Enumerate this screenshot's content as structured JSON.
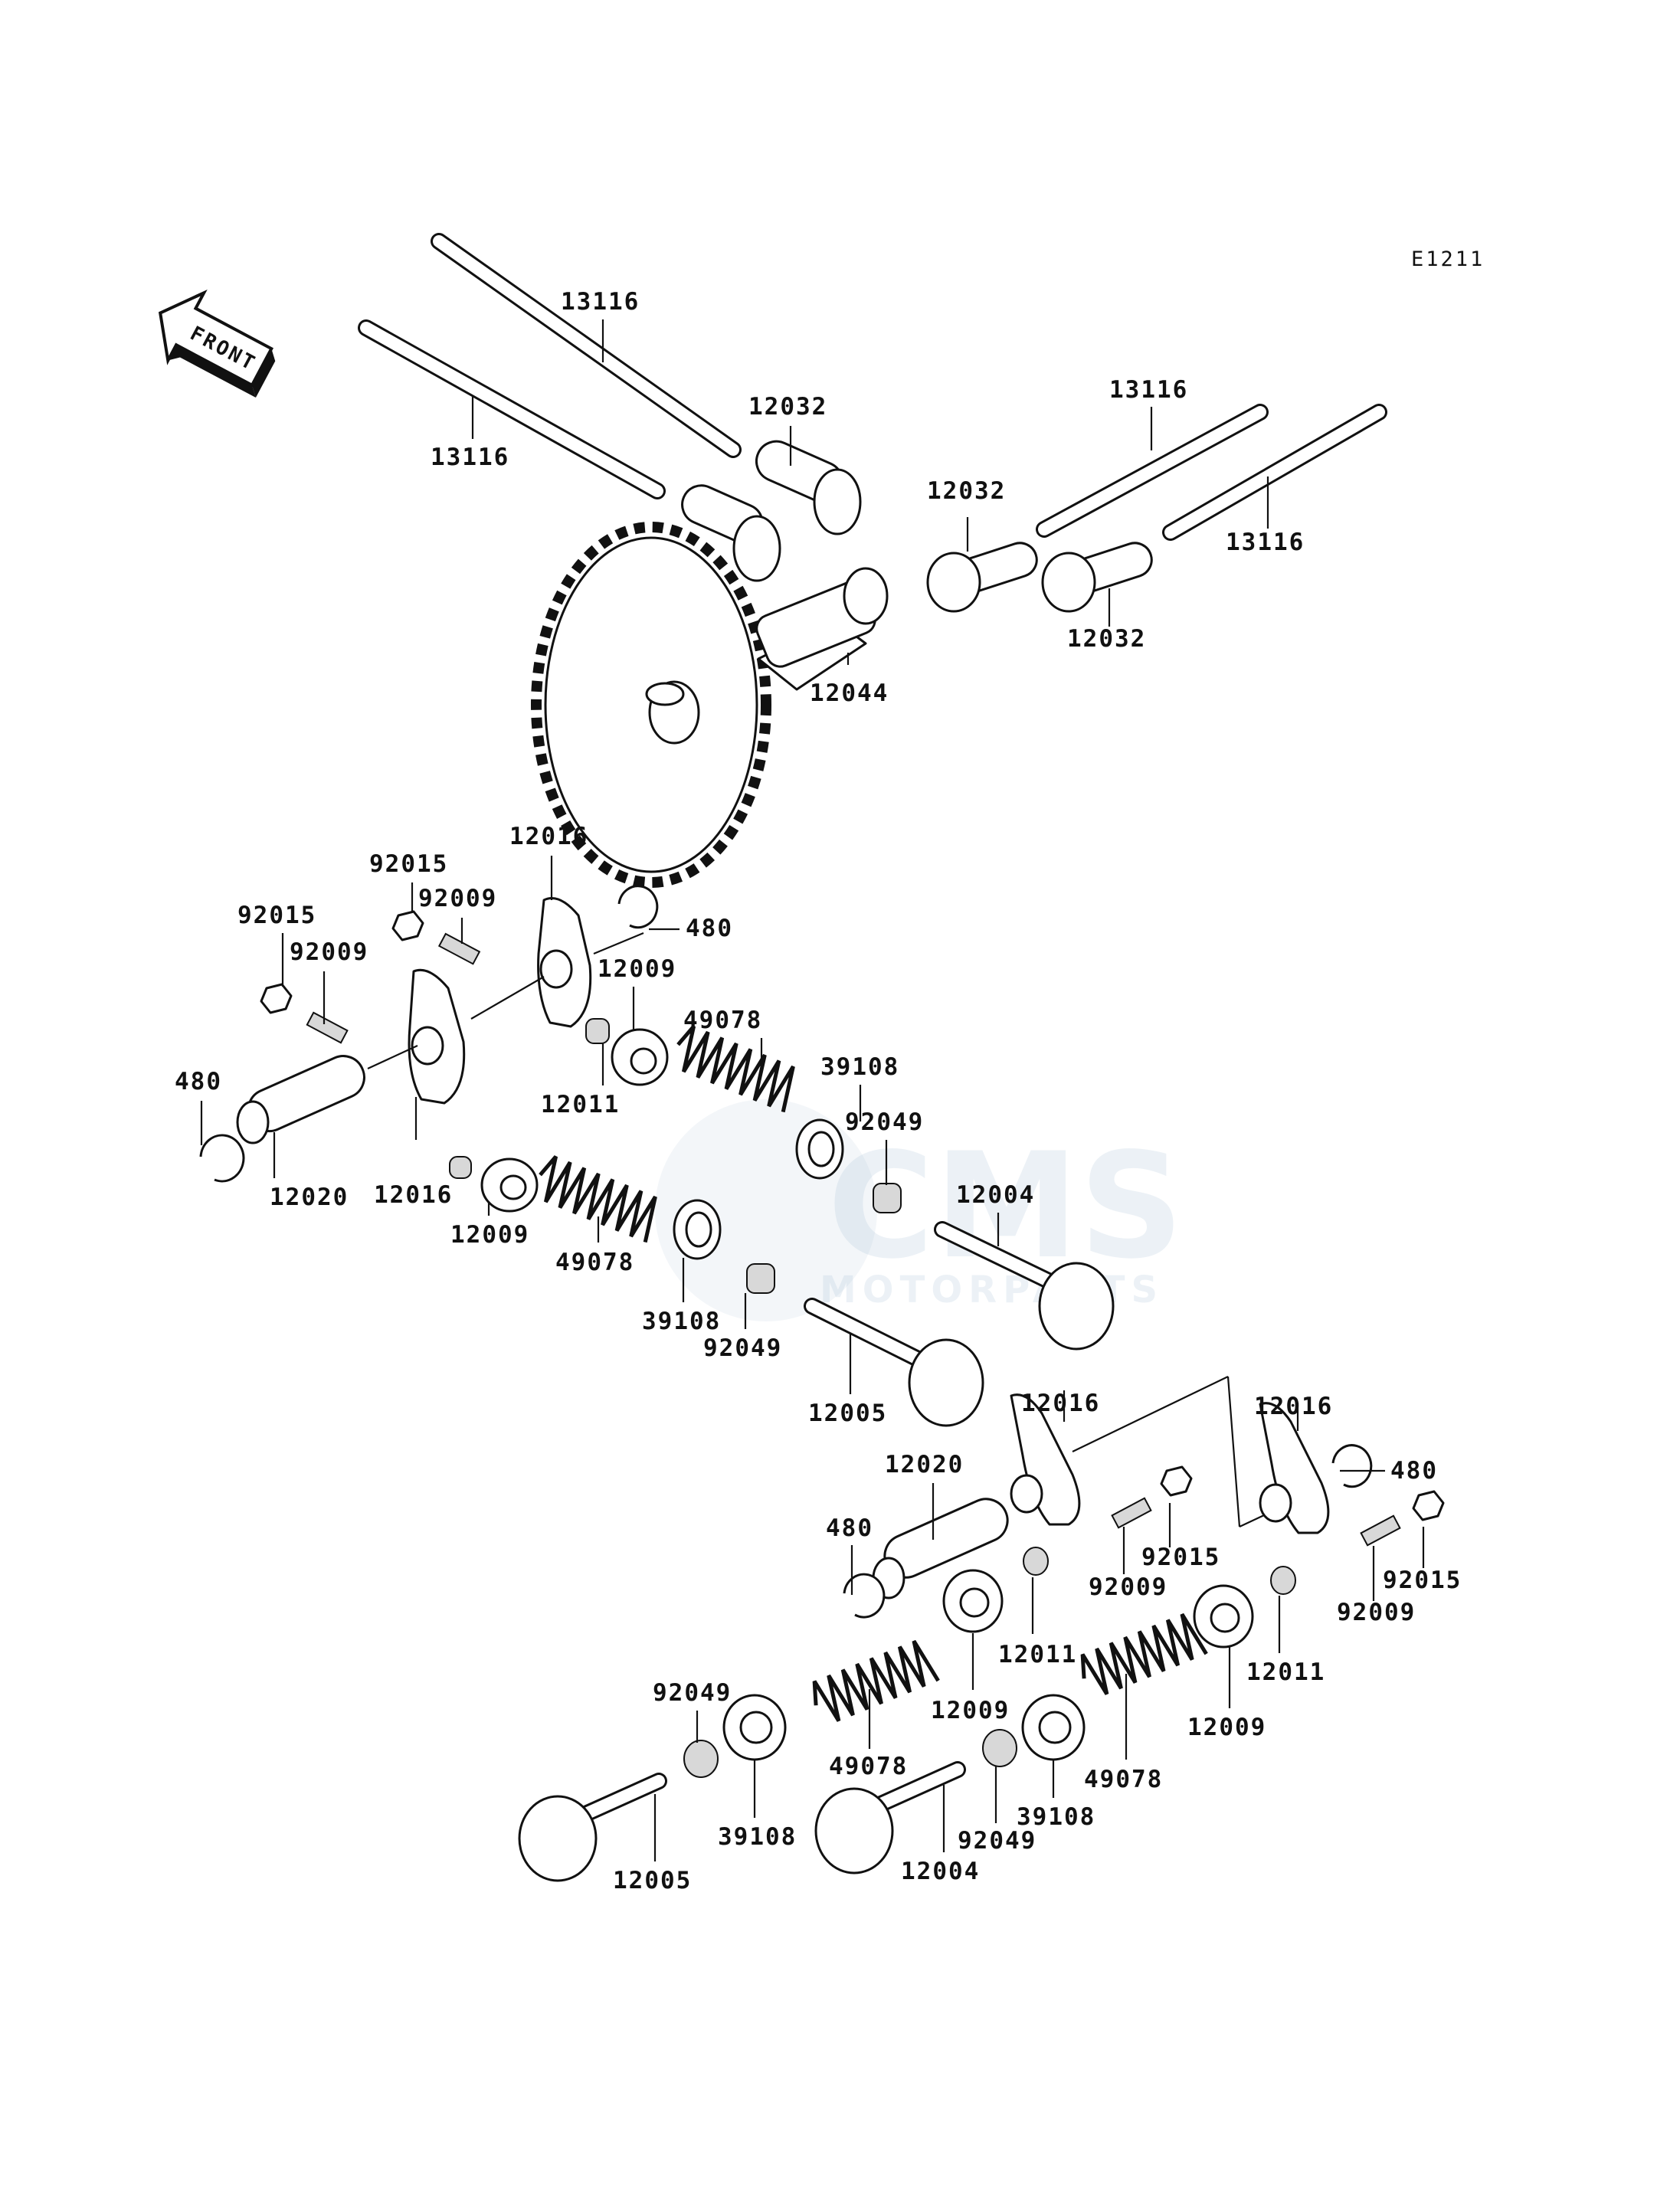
{
  "diagram_code": "E1211",
  "front_label": "FRONT",
  "watermark": {
    "brand": "CMS",
    "sub": "MOTORPARTS"
  },
  "labels": {
    "l13116a": "13116",
    "l13116b": "13116",
    "l13116c": "13116",
    "l13116d": "13116",
    "l12032a": "12032",
    "l12032b": "12032",
    "l12032c": "12032",
    "l12044": "12044",
    "l92015a": "92015",
    "l92015b": "92015",
    "l92015c": "92015",
    "l92015d": "92015",
    "l92009a": "92009",
    "l92009b": "92009",
    "l92009c": "92009",
    "l92009d": "92009",
    "l12016a": "12016",
    "l12016b": "12016",
    "l12016c": "12016",
    "l12016d": "12016",
    "l480a": "480",
    "l480b": "480",
    "l480c": "480",
    "l480d": "480",
    "l12009a": "12009",
    "l12009b": "12009",
    "l12009c": "12009",
    "l12009d": "12009",
    "l12011a": "12011",
    "l12011b": "12011",
    "l12011c": "12011",
    "l12020a": "12020",
    "l12020b": "12020",
    "l49078a": "49078",
    "l49078b": "49078",
    "l49078c": "49078",
    "l49078d": "49078",
    "l39108a": "39108",
    "l39108b": "39108",
    "l39108c": "39108",
    "l39108d": "39108",
    "l92049a": "92049",
    "l92049b": "92049",
    "l92049c": "92049",
    "l92049d": "92049",
    "l12004a": "12004",
    "l12004b": "12004",
    "l12005a": "12005",
    "l12005b": "12005"
  }
}
